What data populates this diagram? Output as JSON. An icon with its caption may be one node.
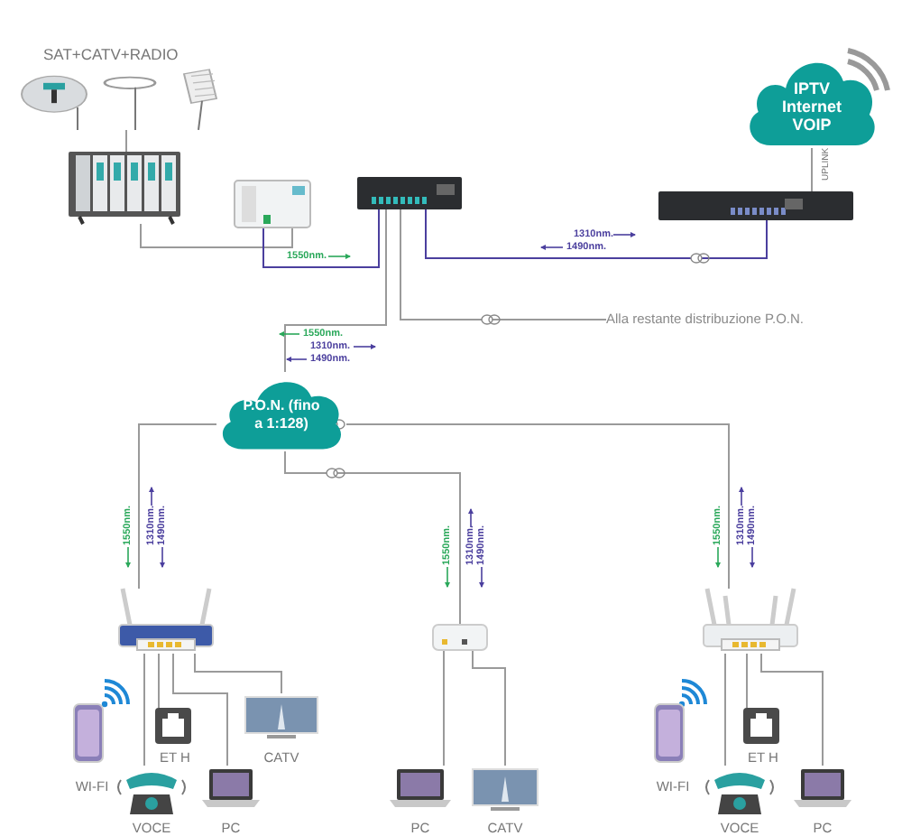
{
  "diagram": {
    "nodes": [
      {
        "text": [
          "SAT+CATV+RADIO"
        ]
      },
      {
        "text": [],
        "shape": "picture"
      },
      {
        "text": [],
        "shape": "picture"
      },
      {
        "text": [],
        "shape": "picture"
      },
      {
        "text": [],
        "shape": "picture"
      },
      {
        "text": [
          "IPTV Internet VOIP"
        ]
      },
      {
        "text": [
          "P.O.N. (fino a 1:128)"
        ]
      },
      {
        "text": [],
        "shape": "picture"
      },
      {
        "text": [],
        "shape": "picture"
      },
      {
        "text": [],
        "shape": "picture"
      },
      {
        "text": [
          "WI-FI"
        ]
      },
      {
        "text": [
          "ET H"
        ]
      },
      {
        "text": [
          "CATV"
        ]
      },
      {
        "text": [
          "VOCE"
        ]
      },
      {
        "text": [
          "PC"
        ]
      },
      {
        "text": [
          "PC"
        ]
      },
      {
        "text": [
          "CATV"
        ]
      },
      {
        "text": [
          "WI-FI"
        ]
      },
      {
        "text": [
          "ET H"
        ]
      },
      {
        "text": [
          "VOCE"
        ]
      },
      {
        "text": [
          "PC"
        ]
      },
      {
        "text": [
          "Alla restante distribuzione P.O.N."
        ]
      }
    ],
    "edges": [
      {
        "from": 0,
        "to": 1,
        "arrow": "none"
      },
      {
        "from": 1,
        "to": 2,
        "arrow": "none"
      },
      {
        "from": 2,
        "to": 3,
        "arrow": "none",
        "label": "1550nm.",
        "color": "#4b3f9e"
      },
      {
        "from": 3,
        "to": 6,
        "arrow": "none"
      },
      {
        "from": 4,
        "to": 3,
        "arrow": "none",
        "color": "#4b3f9e"
      },
      {
        "from": 5,
        "to": 4,
        "arrow": "none"
      },
      {
        "from": 3,
        "to": 21,
        "arrow": "none"
      },
      {
        "from": 6,
        "to": 7,
        "arrow": "none"
      },
      {
        "from": 6,
        "to": 8,
        "arrow": "none"
      },
      {
        "from": 6,
        "to": 9,
        "arrow": "none"
      },
      {
        "from": 7,
        "to": 11,
        "arrow": "none"
      },
      {
        "from": 7,
        "to": 13,
        "arrow": "none"
      },
      {
        "from": 7,
        "to": 14,
        "arrow": "none"
      },
      {
        "from": 7,
        "to": 12,
        "arrow": "none"
      },
      {
        "from": 9,
        "to": 18,
        "arrow": "none"
      },
      {
        "from": 9,
        "to": 19,
        "arrow": "none"
      },
      {
        "from": 9,
        "to": 20,
        "arrow": "none"
      },
      {
        "from": 8,
        "to": 15,
        "arrow": "none"
      },
      {
        "from": 8,
        "to": 16,
        "arrow": "none"
      }
    ],
    "labels": [
      "UPLINK",
      "1310nm.",
      "1490nm.",
      "1550nm.",
      "1310nm.",
      "1490nm.",
      "1550nm.",
      "1310nm.",
      "1490nm.",
      "1550nm.",
      "1310nm.",
      "1490nm.",
      "1550nm.",
      "1310nm.",
      "1490nm."
    ]
  }
}
